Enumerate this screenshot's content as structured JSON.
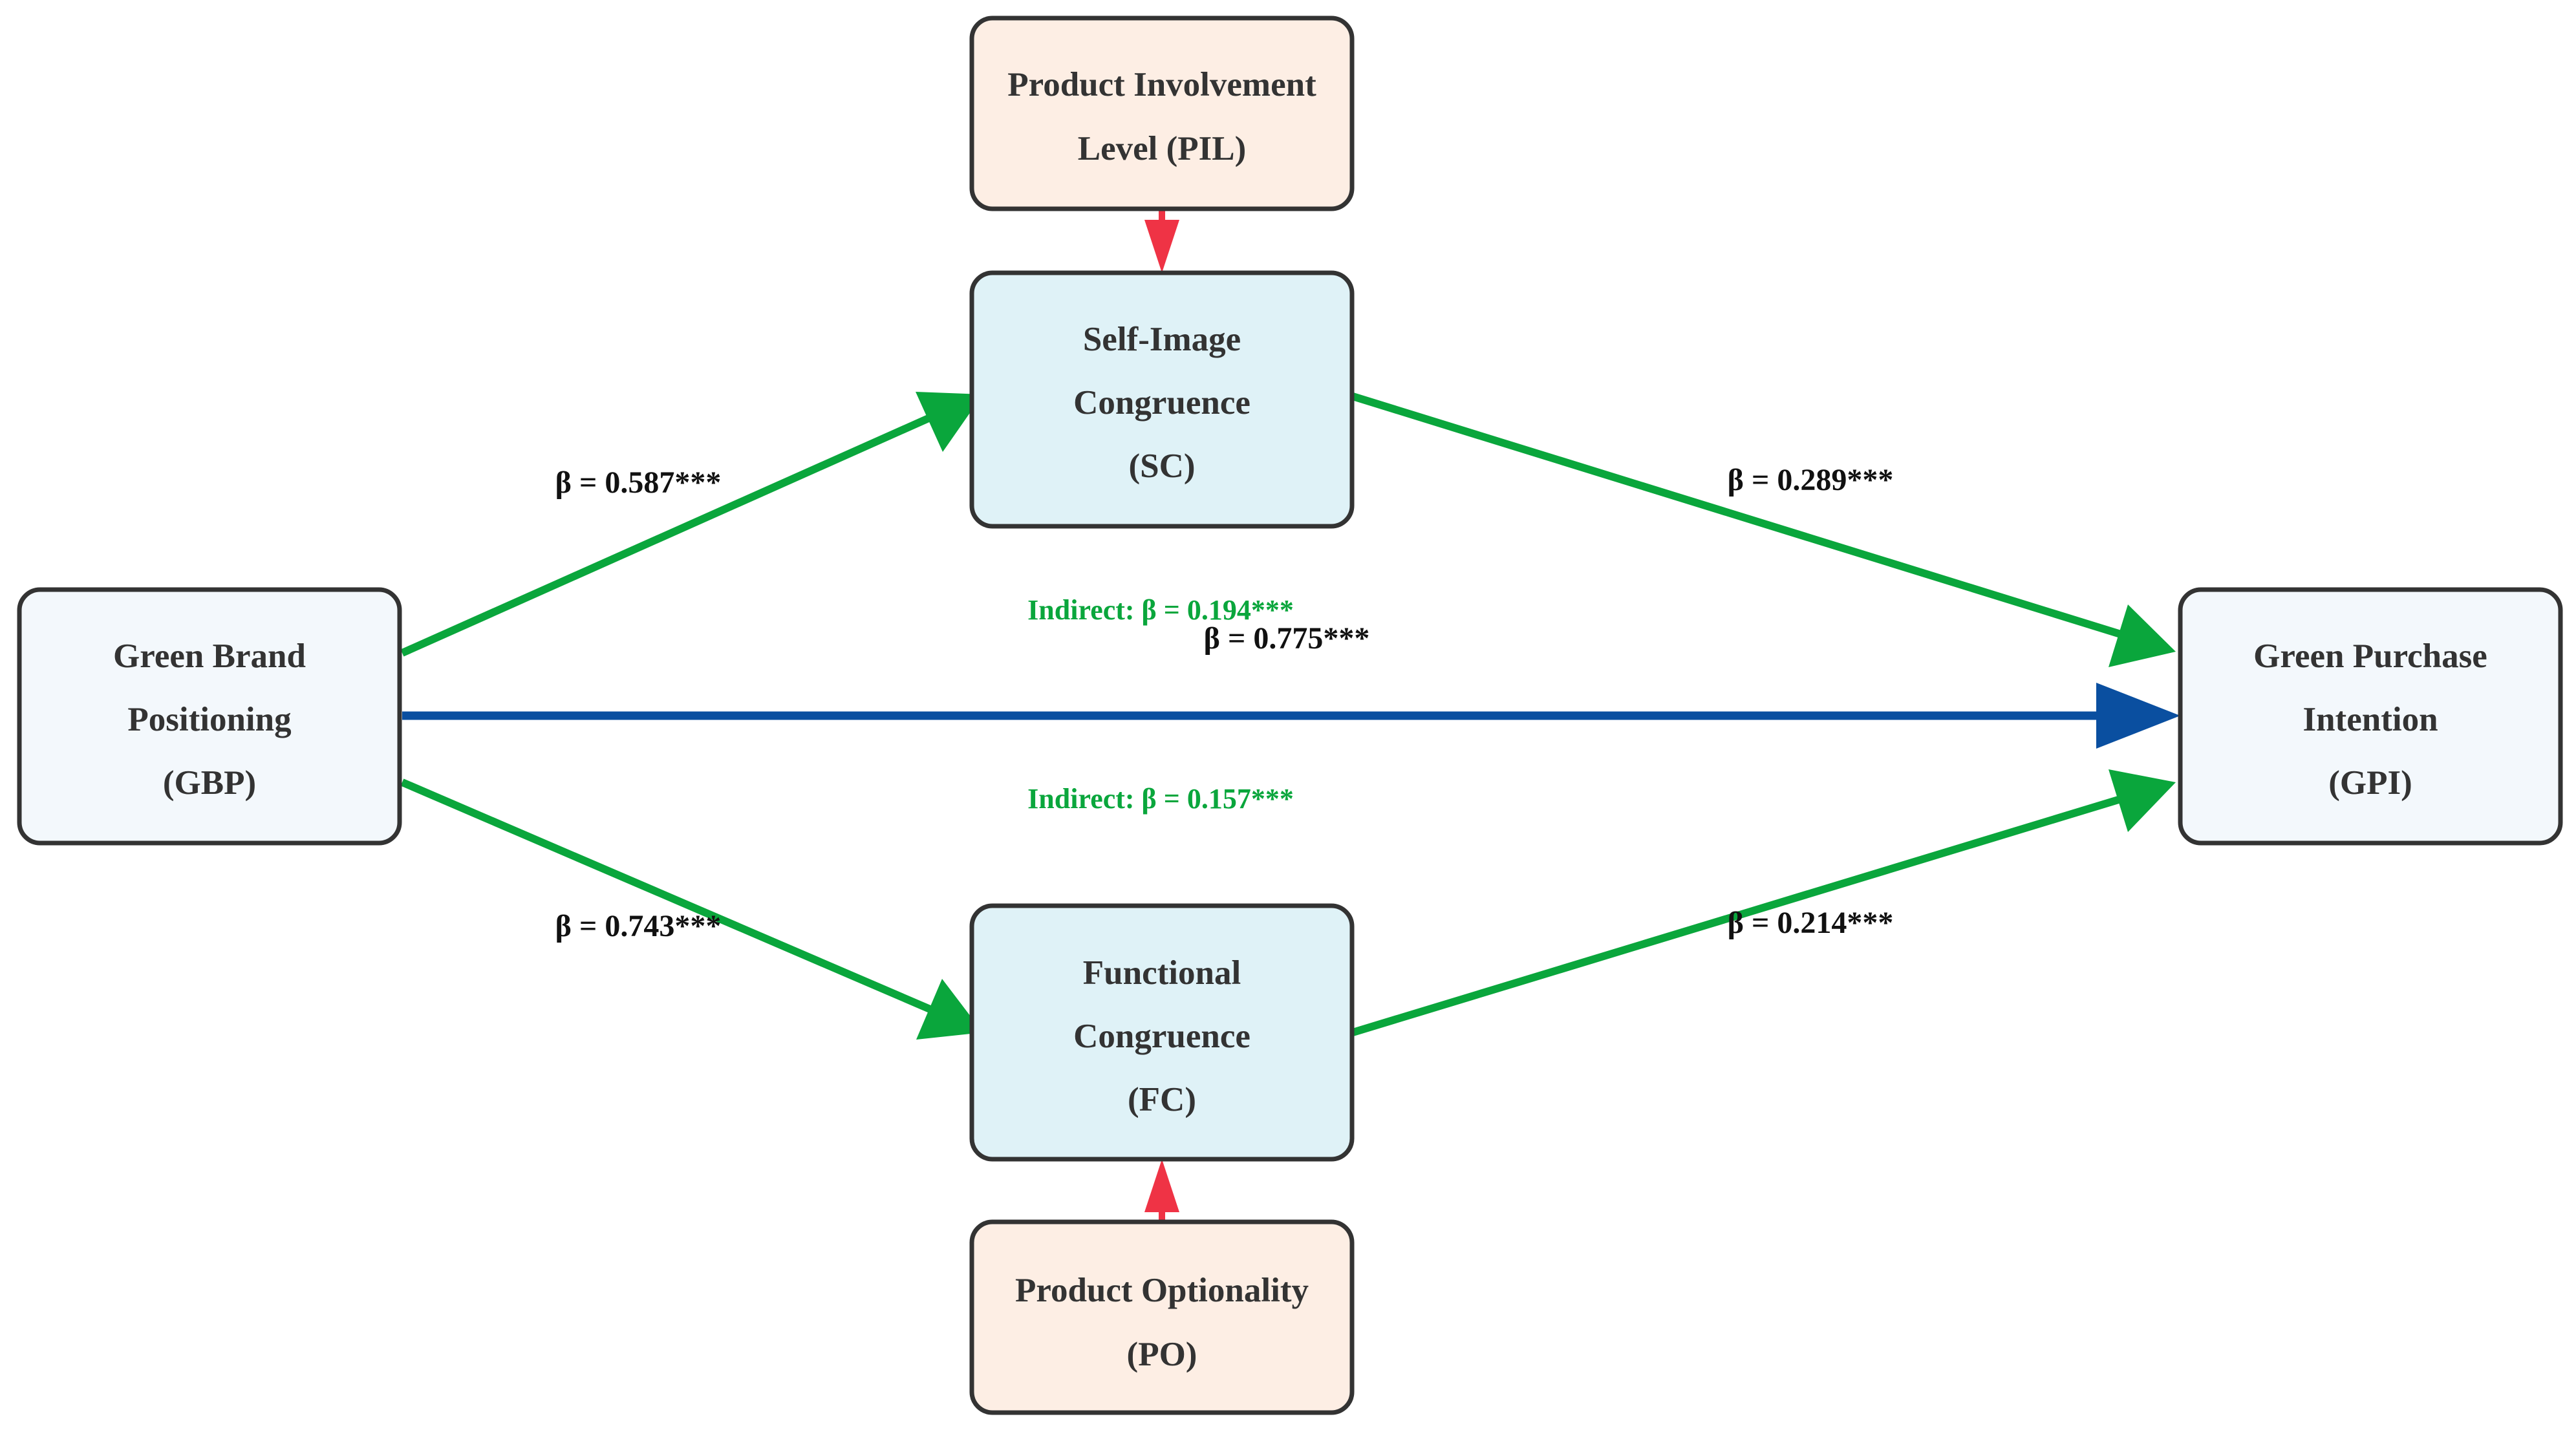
{
  "colors": {
    "mediation_path": "#0aa63c",
    "direct_path": "#0a4fa0",
    "moderation_path": "#ef3345",
    "indirect_text": "#0aa63c",
    "node_border": "#333333",
    "endpoint_fill": "#f3f8fc",
    "mediator_fill": "#dff2f7",
    "moderator_fill": "#fdeee4"
  },
  "nodes": {
    "gbp": {
      "lines": [
        "Green Brand",
        "Positioning",
        "(GBP)"
      ]
    },
    "gpi": {
      "lines": [
        "Green Purchase",
        "Intention",
        "(GPI)"
      ]
    },
    "sc": {
      "lines": [
        "Self-Image",
        "Congruence",
        "(SC)"
      ]
    },
    "fc": {
      "lines": [
        "Functional",
        "Congruence",
        "(FC)"
      ]
    },
    "pil": {
      "lines": [
        "Product Involvement",
        "Level (PIL)"
      ]
    },
    "po": {
      "lines": [
        "Product Optionality",
        "(PO)"
      ]
    }
  },
  "paths": {
    "gbp_sc": "β = 0.587***",
    "sc_gpi": "β = 0.289***",
    "gbp_fc": "β = 0.743***",
    "fc_gpi": "β = 0.214***",
    "gbp_gpi": "β = 0.775***",
    "indirect_sc": "Indirect: β = 0.194***",
    "indirect_fc": "Indirect: β = 0.157***"
  }
}
